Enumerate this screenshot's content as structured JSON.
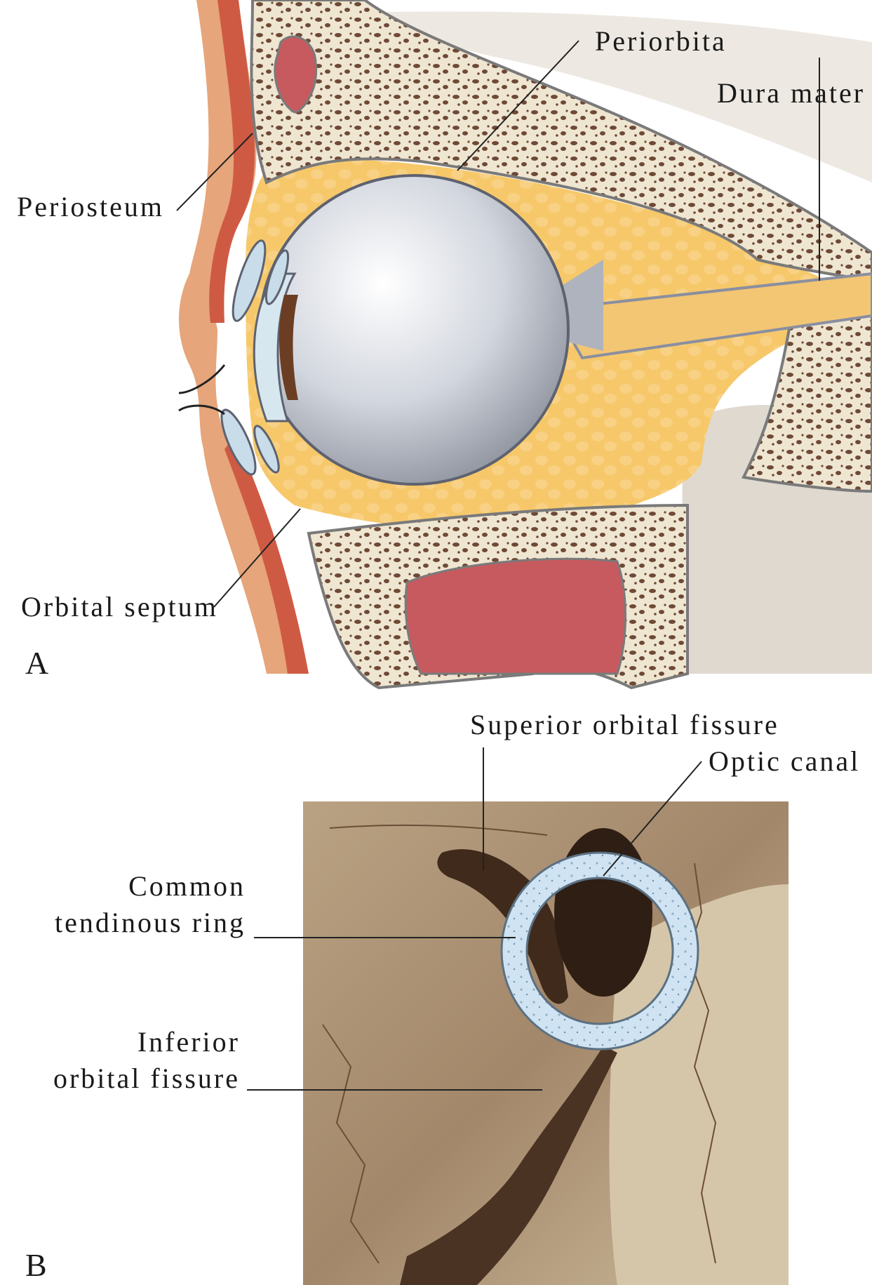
{
  "panel_a": {
    "letter": "A",
    "labels": {
      "periorbita": "Periorbita",
      "dura_mater": "Dura mater",
      "periosteum": "Periosteum",
      "orbital_septum": "Orbital septum"
    }
  },
  "panel_b": {
    "letter": "B",
    "labels": {
      "superior_orbital_fissure": "Superior orbital fissure",
      "optic_canal": "Optic canal",
      "common_tendinous_ring_line1": "Common",
      "common_tendinous_ring_line2": "tendinous ring",
      "inferior_orbital_fissure_line1": "Inferior",
      "inferior_orbital_fissure_line2": "orbital fissure"
    }
  },
  "colors": {
    "fat": "#f6c86a",
    "skin": "#e9a27a",
    "muscle": "#cf5a44",
    "bone": "#efe6d2",
    "marrow": "#6e4a36",
    "sinus": "#c75a5e",
    "globe": "#c9cdd6",
    "tarsus": "#c8dcea",
    "bone_b": "#a3876a",
    "ring": "#cfe3f2"
  }
}
